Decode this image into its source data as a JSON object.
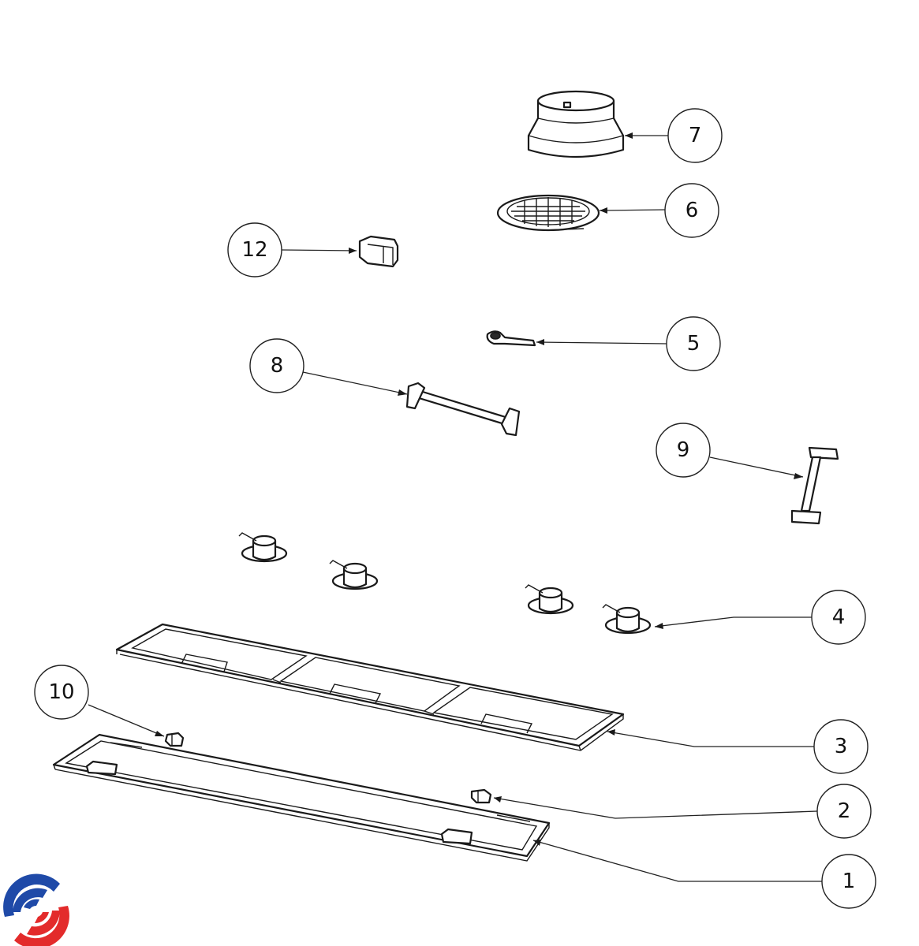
{
  "diagram": {
    "type": "exploded-parts-diagram",
    "callouts": [
      {
        "label": "1",
        "part": "front-panel"
      },
      {
        "label": "2",
        "part": "panel-clip"
      },
      {
        "label": "3",
        "part": "grease-filter-set"
      },
      {
        "label": "4",
        "part": "spot-light"
      },
      {
        "label": "5",
        "part": "switch-lever"
      },
      {
        "label": "6",
        "part": "grille"
      },
      {
        "label": "7",
        "part": "duct-collar"
      },
      {
        "label": "8",
        "part": "handle-bar-horizontal"
      },
      {
        "label": "9",
        "part": "handle-bar-vertical"
      },
      {
        "label": "10",
        "part": "panel-clip-left"
      },
      {
        "label": "12",
        "part": "connector-block"
      }
    ],
    "logo": {
      "name": "brand-logo",
      "colors": [
        "#1f4aa8",
        "#e32b2b"
      ]
    },
    "colors": {
      "line": "#1a1a1a",
      "background": "#ffffff"
    }
  }
}
